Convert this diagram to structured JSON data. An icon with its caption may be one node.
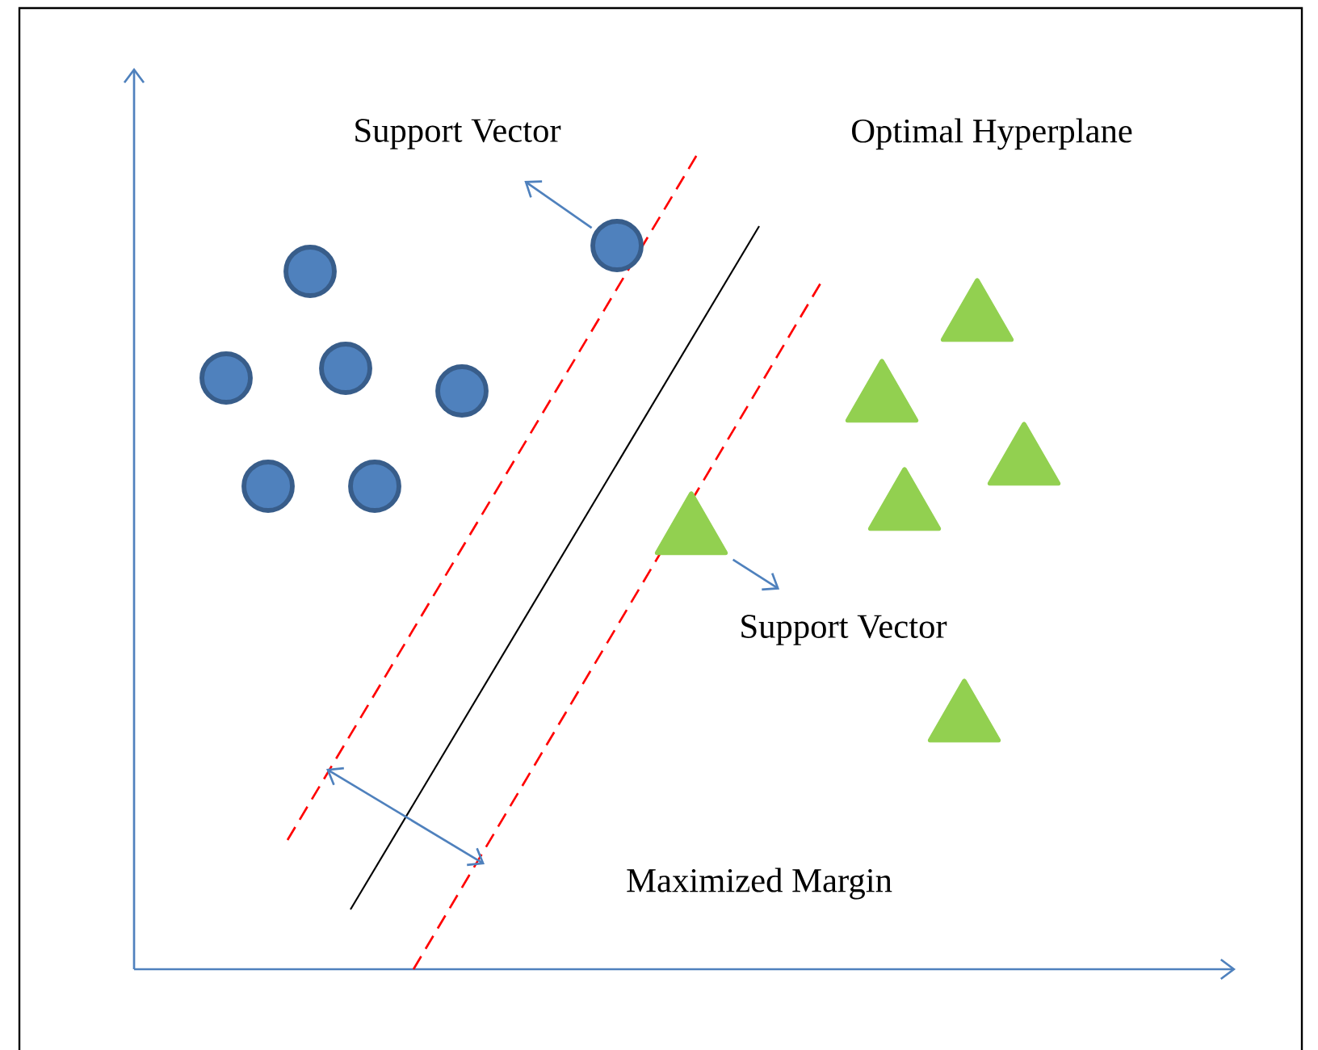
{
  "diagram": {
    "nodes": [
      {
        "text": [
          "Support Vector"
        ]
      },
      {
        "text": [
          "Support Vector"
        ]
      },
      {
        "text": [],
        "shape": "circle"
      },
      {
        "text": [],
        "shape": "circle"
      },
      {
        "text": [],
        "shape": "circle"
      },
      {
        "text": [],
        "shape": "circle"
      },
      {
        "text": [],
        "shape": "circle"
      },
      {
        "text": [],
        "shape": "circle"
      },
      {
        "text": [],
        "shape": "circle"
      },
      {
        "text": [],
        "shape": "triangle"
      },
      {
        "text": [],
        "shape": "triangle"
      },
      {
        "text": [],
        "shape": "triangle"
      },
      {
        "text": [],
        "shape": "triangle"
      },
      {
        "text": [],
        "shape": "triangle"
      },
      {
        "text": [],
        "shape": "triangle"
      }
    ],
    "edges": [
      {
        "from": 8,
        "to": 0,
        "arrow": "to"
      },
      {
        "from": 9,
        "to": 1,
        "arrow": "to"
      }
    ],
    "labels": [
      "Optimal Hyperplane",
      "Maximized Margin"
    ]
  }
}
